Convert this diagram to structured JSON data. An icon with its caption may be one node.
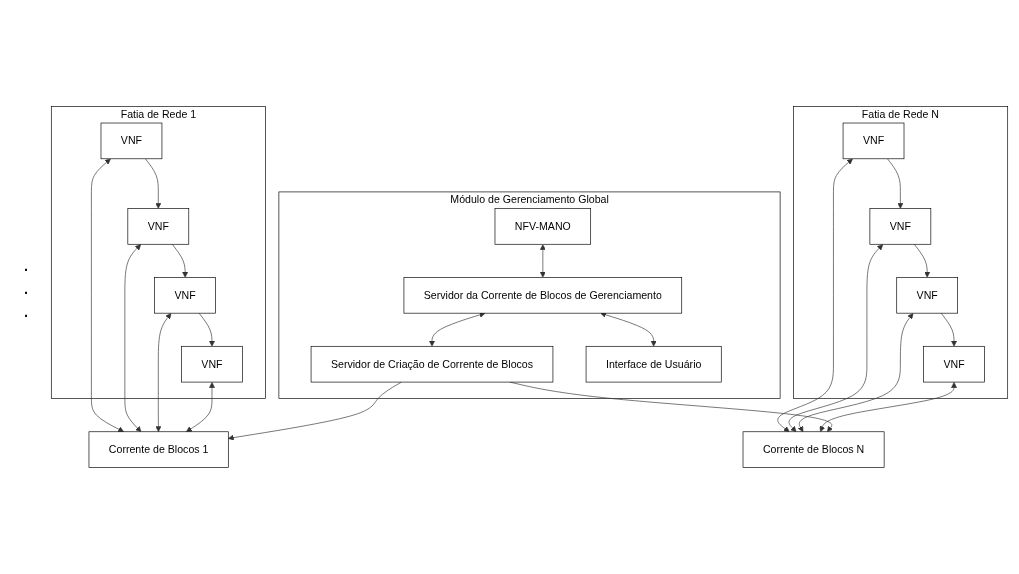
{
  "diagram": {
    "nodes": [
      {
        "text": [
          "Fatia de Rede 1"
        ]
      },
      {
        "text": [
          "VNF"
        ],
        "in": 0
      },
      {
        "text": [
          "VNF"
        ],
        "in": 0
      },
      {
        "text": [
          "VNF"
        ],
        "in": 0
      },
      {
        "text": [
          "VNF"
        ],
        "in": 0
      },
      {
        "text": [
          "Corrente de Blocos 1"
        ]
      },
      {
        "text": [
          "Fatia de Rede N"
        ]
      },
      {
        "text": [
          "VNF"
        ],
        "in": 6
      },
      {
        "text": [
          "VNF"
        ],
        "in": 6
      },
      {
        "text": [
          "VNF"
        ],
        "in": 6
      },
      {
        "text": [
          "VNF"
        ],
        "in": 6
      },
      {
        "text": [
          "Corrente de Blocos N"
        ]
      },
      {
        "text": [
          "Módulo de Gerenciamento Global"
        ]
      },
      {
        "text": [
          "NFV-MANO"
        ],
        "in": 12
      },
      {
        "text": [
          "Servidor da Corrente de Blocos de Gerenciamento"
        ],
        "in": 12
      },
      {
        "text": [
          "Servidor de Criação de Corrente de Blocos"
        ],
        "in": 12
      },
      {
        "text": [
          "Interface de Usuário"
        ],
        "in": 12
      }
    ],
    "edges": [
      {
        "from": 1,
        "to": 2,
        "arrow": "to"
      },
      {
        "from": 2,
        "to": 3,
        "arrow": "to"
      },
      {
        "from": 3,
        "to": 4,
        "arrow": "to"
      },
      {
        "from": 1,
        "to": 5,
        "arrow": "both"
      },
      {
        "from": 2,
        "to": 5,
        "arrow": "both"
      },
      {
        "from": 3,
        "to": 5,
        "arrow": "both"
      },
      {
        "from": 4,
        "to": 5,
        "arrow": "both"
      },
      {
        "from": 7,
        "to": 8,
        "arrow": "to"
      },
      {
        "from": 8,
        "to": 9,
        "arrow": "to"
      },
      {
        "from": 9,
        "to": 10,
        "arrow": "to"
      },
      {
        "from": 7,
        "to": 11,
        "arrow": "both"
      },
      {
        "from": 8,
        "to": 11,
        "arrow": "both"
      },
      {
        "from": 9,
        "to": 11,
        "arrow": "both"
      },
      {
        "from": 10,
        "to": 11,
        "arrow": "both"
      },
      {
        "from": 13,
        "to": 14,
        "arrow": "both"
      },
      {
        "from": 14,
        "to": 15,
        "arrow": "both"
      },
      {
        "from": 14,
        "to": 16,
        "arrow": "both"
      },
      {
        "from": 15,
        "to": 5,
        "arrow": "to"
      },
      {
        "from": 15,
        "to": 11,
        "arrow": "to"
      }
    ],
    "labels": [
      ".",
      ".",
      "."
    ]
  }
}
